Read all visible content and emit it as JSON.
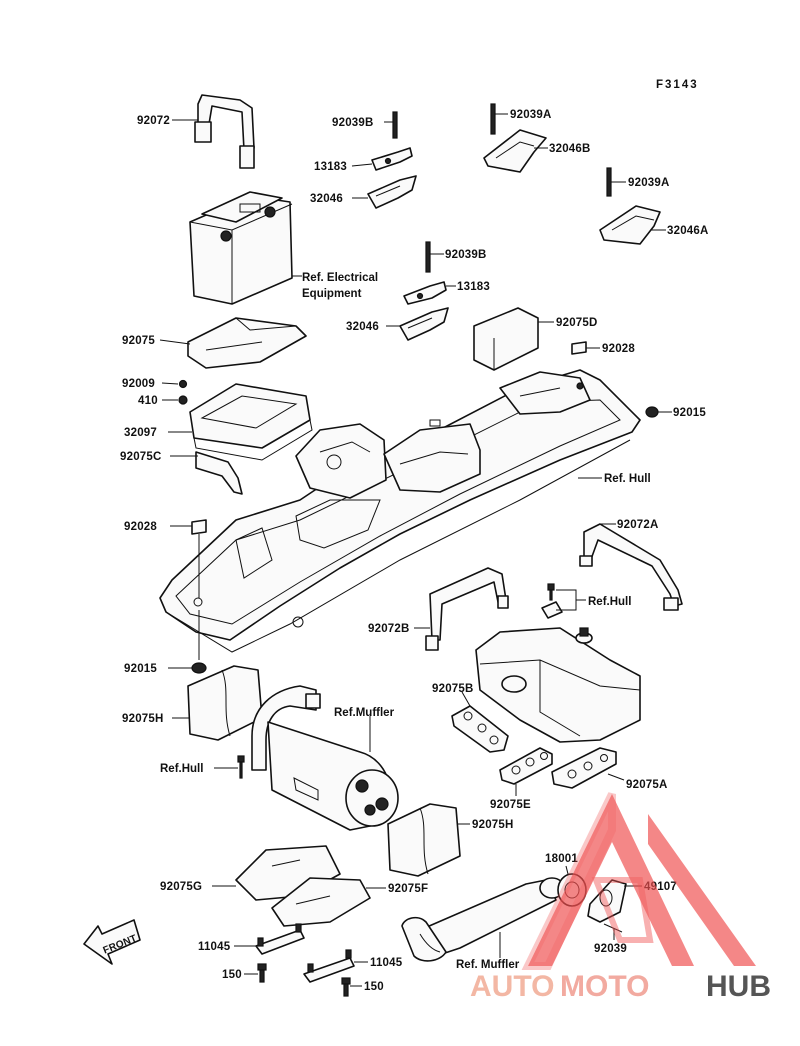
{
  "figure_code": "F3143",
  "labels": {
    "l92072": "92072",
    "l92039B_a": "92039B",
    "l13183_a": "13183",
    "l32046_a": "32046",
    "l92039A_a": "92039A",
    "l32046B": "32046B",
    "l92039A_b": "92039A",
    "l32046A": "32046A",
    "l92039B_b": "92039B",
    "l13183_b": "13183",
    "l32046_b": "32046",
    "l92075D": "92075D",
    "l92028_a": "92028",
    "l92015_a": "92015",
    "l92075": "92075",
    "l92009": "92009",
    "l410": "410",
    "l32097": "32097",
    "l92075C": "92075C",
    "l92028_b": "92028",
    "l92072A": "92072A",
    "l92072B": "92072B",
    "l92015_b": "92015",
    "l92075B": "92075B",
    "l92075H_a": "92075H",
    "l92075E": "92075E",
    "l92075A": "92075A",
    "l92075H_b": "92075H",
    "l18001": "18001",
    "l49107": "49107",
    "l92075G": "92075G",
    "l92075F": "92075F",
    "l92039": "92039",
    "l11045_a": "11045",
    "l11045_b": "11045",
    "l150_a": "150",
    "l150_b": "150"
  },
  "refs": {
    "electrical_1": "Ref. Electrical",
    "electrical_2": "Equipment",
    "hull": "Ref. Hull",
    "hull_b": "Ref.Hull",
    "hull_c": "Ref.Hull",
    "muffler": "Ref.Muffler",
    "muffler_b": "Ref. Muffler"
  },
  "front_arrow": "FRONT",
  "watermark": {
    "auto": "AUTO",
    "moto": "MOTO",
    "hub": "HUB",
    "colors": {
      "auto": "#f3b7a4",
      "moto": "#f2aaa0",
      "hub": "#555555",
      "triangle": "#ef4f4f"
    }
  }
}
